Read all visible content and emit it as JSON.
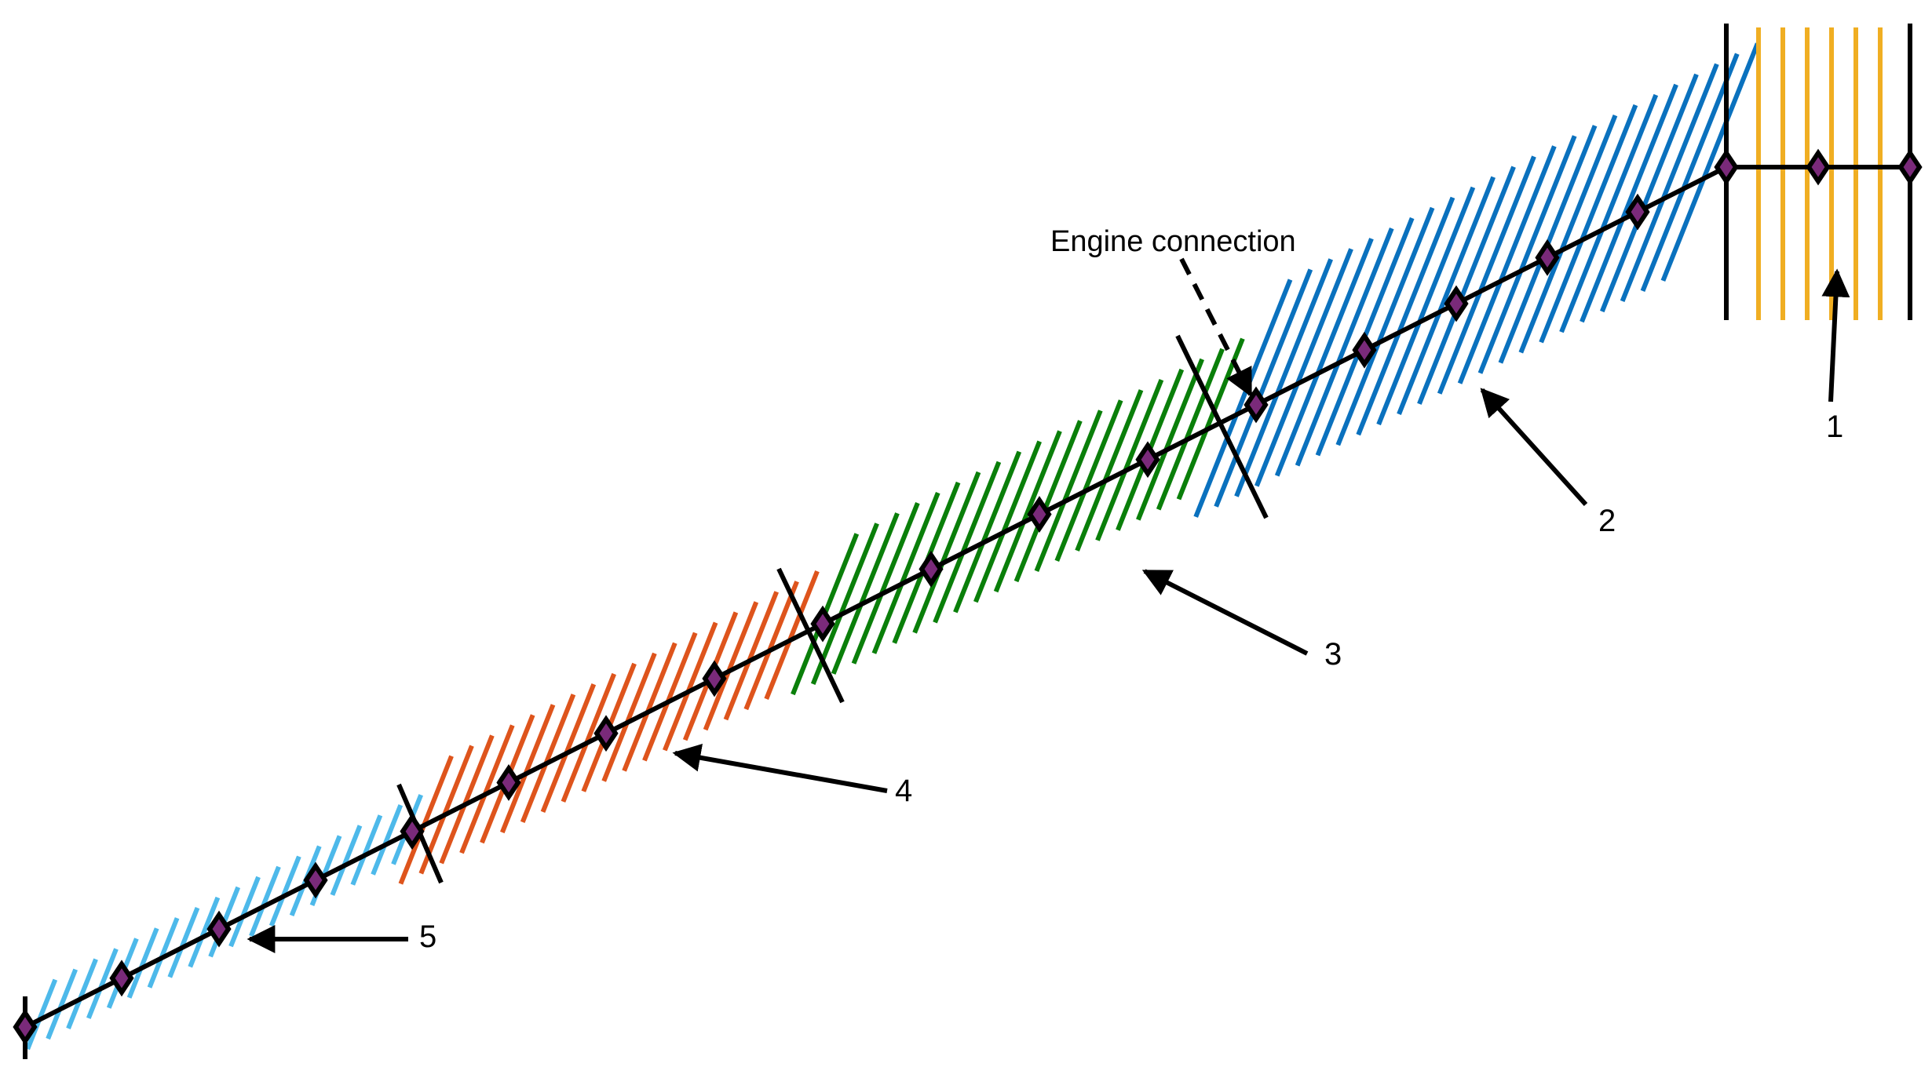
{
  "labels": {
    "engine_connection": "Engine connection",
    "part_1": "1",
    "part_2": "2",
    "part_3": "3",
    "part_4": "4",
    "part_5": "5"
  },
  "colors": {
    "section_1": "#F0AE22",
    "section_2": "#0A71BE",
    "section_3": "#0A7F0A",
    "section_4": "#DE541C",
    "section_5": "#4DB9EA",
    "beam": "#000000",
    "node_fill": "#7A2A7A"
  }
}
